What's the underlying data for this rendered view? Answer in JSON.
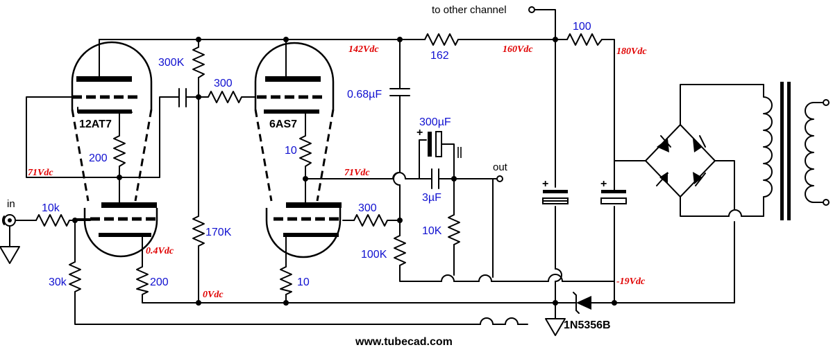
{
  "labels": {
    "to_other_channel": "to other channel",
    "in": "in",
    "out": "out",
    "website": "www.tubecad.com",
    "tube1": "12AT7",
    "tube2": "6AS7",
    "diode": "1N5356B"
  },
  "components": {
    "r_input": "10k",
    "r_grid": "30k",
    "r_cath_mid": "200",
    "r_cath_low": "200",
    "r_300k": "300K",
    "r_300": "300",
    "r_170k": "170K",
    "r_6as7_mid": "10",
    "r_6as7_low": "10",
    "r_6as7_grid": "300",
    "r_100k": "100K",
    "r_10k_out": "10K",
    "r_162": "162",
    "r_100": "100",
    "c_068": "0.68µF",
    "c_300u": "300µF",
    "c_3u": "3µF"
  },
  "voltages": {
    "v142": "142Vdc",
    "v160": "160Vdc",
    "v180": "180Vdc",
    "v71_left": "71Vdc",
    "v71_mid": "71Vdc",
    "v04": "0.4Vdc",
    "v0": "0Vdc",
    "vneg19": "-19Vdc"
  },
  "colors": {
    "component_labels": "#1010d0",
    "voltage_labels": "#e00000",
    "wires": "#000000"
  }
}
